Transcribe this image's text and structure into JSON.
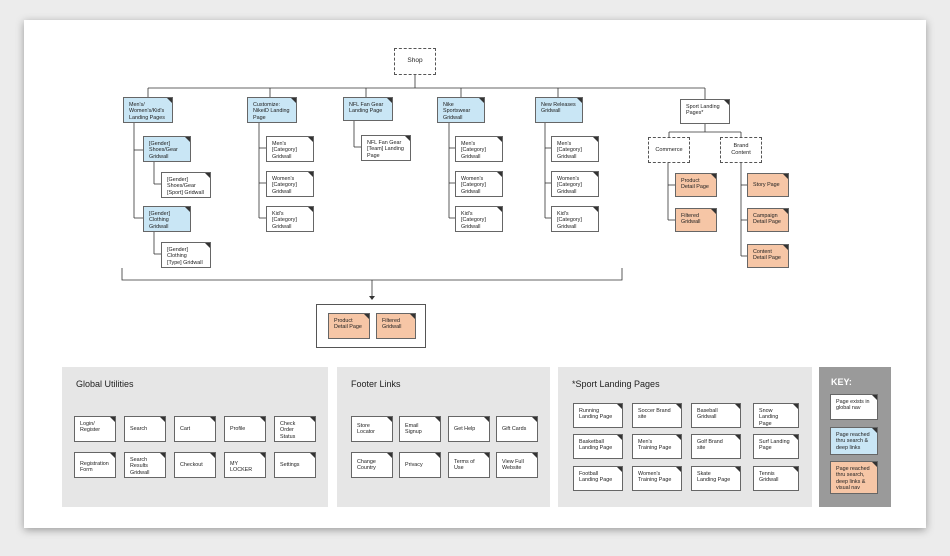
{
  "root": "Shop",
  "columns": {
    "mens": {
      "label": "Men's/\nWomen's/Kid's\nLanding Pages",
      "shoes_gender": "[Gender]\nShoes/Gear\nGridwall",
      "shoes_sport": "[Gender]\nShoes/Gear\n[Sport] Gridwall",
      "clothing_gender": "[Gender]\nClothing\nGridwall",
      "clothing_type": "[Gender]\nClothing\n[Type] Gridwall"
    },
    "customize": {
      "label": "Customize:\nNikeiD Landing\nPage",
      "items": [
        "Men's\n[Category]\nGridwall",
        "Women's\n[Category]\nGridwall",
        "Kid's\n[Category]\nGridwall"
      ]
    },
    "nfl": {
      "label": "NFL Fan Gear\nLanding Page",
      "team": "NFL Fan Gear\n[Team] Landing\nPage"
    },
    "sportswear": {
      "label": "Nike\nSportswear\nGridwall",
      "items": [
        "Men's\n[Category]\nGridwall",
        "Women's\n[Category]\nGridwall",
        "Kid's\n[Category]\nGridwall"
      ]
    },
    "newreleases": {
      "label": "New Releases\nGridwall",
      "items": [
        "Men's\n[Category]\nGridwall",
        "Women's\n[Category]\nGridwall",
        "Kid's\n[Category]\nGridwall"
      ]
    },
    "sport": {
      "label": "Sport Landing\nPages*",
      "commerce": "Commerce",
      "brand": "Brand\nContent",
      "product": "Product\nDetail Page",
      "filtered": "Filtered\nGridwall",
      "story": "Story Page",
      "campaign": "Campaign\nDetail Page",
      "content": "Content\nDetail Page"
    }
  },
  "bottom_box": {
    "product": "Product\nDetail Page",
    "filtered": "Filtered\nGridwall"
  },
  "global_utilities": {
    "title": "Global Utilities",
    "items": [
      "Login/\nRegister",
      "Search",
      "Cart",
      "Profile",
      "Check\nOrder\nStatus",
      "Registration\nForm",
      "Search\nResults\nGridwall",
      "Checkout",
      "MY\nLOCKER",
      "Settings"
    ]
  },
  "footer_links": {
    "title": "Footer Links",
    "items": [
      "Store\nLocator",
      "Email\nSignup",
      "Get Help",
      "Gift Cards",
      "Change\nCountry",
      "Privacy",
      "Terms of\nUse",
      "View Full\nWebsite"
    ]
  },
  "sport_landing": {
    "title": "*Sport Landing Pages",
    "items": [
      "Running\nLanding Page",
      "Soccer Brand\nsite",
      "Baseball\nGridwall",
      "Snow\nLanding Page",
      "Basketball\nLanding Page",
      "Men's\nTraining Page",
      "Golf Brand\nsite",
      "Surf Landing\nPage",
      "Football\nLanding Page",
      "Women's\nTraining Page",
      "Skate\nLanding Page",
      "Tennis\nGridwall"
    ]
  },
  "key": {
    "title": "KEY:",
    "items": [
      "Page exists in\nglobal nav",
      "Page reached\nthru search &\ndeep links",
      "Page reached\nthru search,\ndeep links &\nvisual nav"
    ]
  },
  "colors": {
    "blue": "#c9e6f5",
    "orange": "#f6c6a6",
    "panel": "#e6e6e6",
    "key": "#9a9a9a"
  }
}
